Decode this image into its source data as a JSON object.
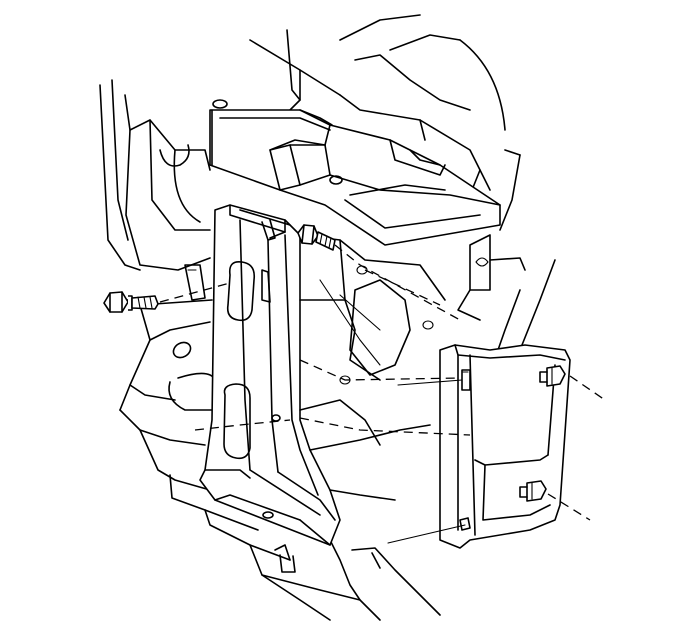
{
  "figure": {
    "background": "#ffffff",
    "line_color": "#000000",
    "parts": [
      {
        "name": "radiator-support-panel"
      },
      {
        "name": "upper-tie-bar"
      },
      {
        "name": "mounting-bracket"
      },
      {
        "name": "bolt-left"
      },
      {
        "name": "bolt-upper"
      },
      {
        "name": "clip-fastener-upper"
      },
      {
        "name": "clip-fastener-lower"
      }
    ]
  }
}
